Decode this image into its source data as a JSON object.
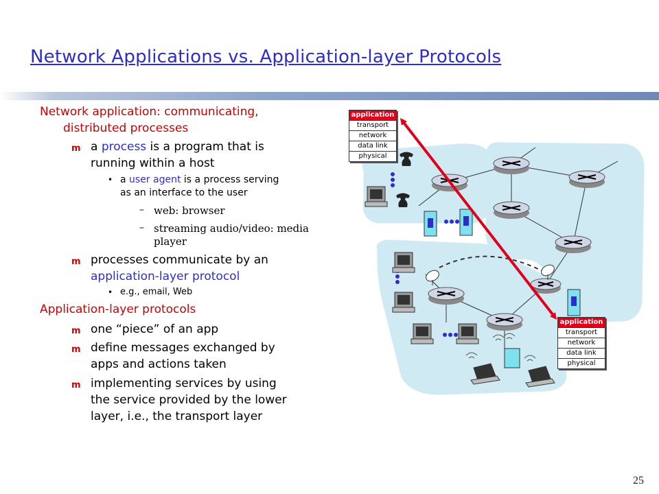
{
  "slide": {
    "title": "Network Applications vs. Application-layer Protocols",
    "page_number": "25"
  },
  "content": {
    "heading1": [
      "Network application: communicating,",
      "distributed processes"
    ],
    "b1_pre": "a ",
    "b1_kw": "process",
    "b1_post": " is a program that is",
    "b1_line2": "running within a host",
    "sb1_pre": "a ",
    "sb1_kw": "user agent",
    "sb1_post": " is a process serving",
    "sb1_line2": "as an interface to the user",
    "dash1": "web: browser",
    "dash2_line1": "streaming audio/video: media",
    "dash2_line2": "player",
    "b2_line1": "processes communicate by an",
    "b2_line2": "application-layer protocol",
    "sb2": "e.g., email, Web",
    "heading2": "Application-layer protocols",
    "b3": "one “piece” of an app",
    "b4_line1": "define messages exchanged by",
    "b4_line2": "apps and actions taken",
    "b5_line1": "implementing services by using",
    "b5_line2": "the service provided by the lower",
    "b5_line3": "layer, i.e., the transport layer"
  },
  "protocol_stack": {
    "layers": [
      "application",
      "transport",
      "network",
      "data link",
      "physical"
    ]
  },
  "colors": {
    "title": "#2d2dcc",
    "heading": "#cc0000",
    "keyword": "#2d2dcc",
    "arrow": "#e0001a",
    "network_cloud": "#cfeaf2"
  }
}
